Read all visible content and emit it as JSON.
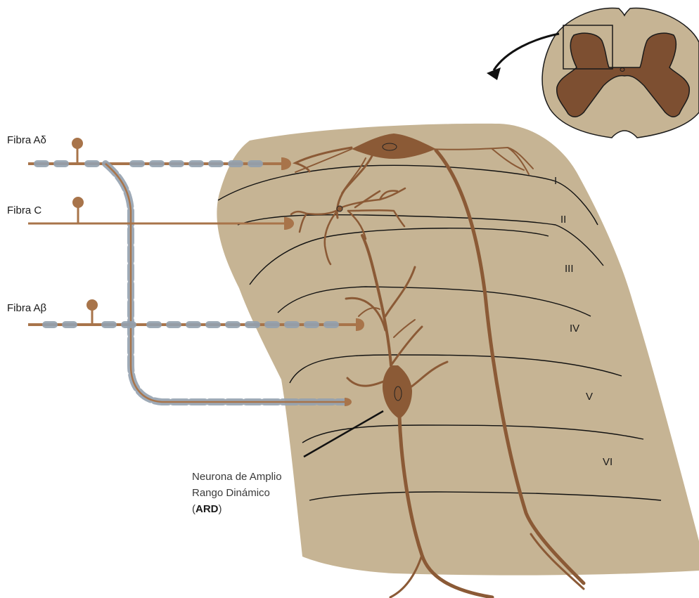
{
  "fibers": {
    "a_delta": "Fibra Aδ",
    "c": "Fibra C",
    "a_beta": "Fibra Aβ"
  },
  "laminae": [
    "I",
    "II",
    "III",
    "IV",
    "V",
    "VI"
  ],
  "ard_label": {
    "line1": "Neurona de Amplio",
    "line2": "Rango Dinámico",
    "paren_open": "(",
    "abbr": "ARD",
    "paren_close": ")"
  },
  "colors": {
    "tissue": "#c6b494",
    "neuron": "#8b5a36",
    "fiber": "#a8744a",
    "myelin": "#93a1af",
    "grey_matter": "#7d4f31",
    "outline": "#1a1a1a"
  }
}
